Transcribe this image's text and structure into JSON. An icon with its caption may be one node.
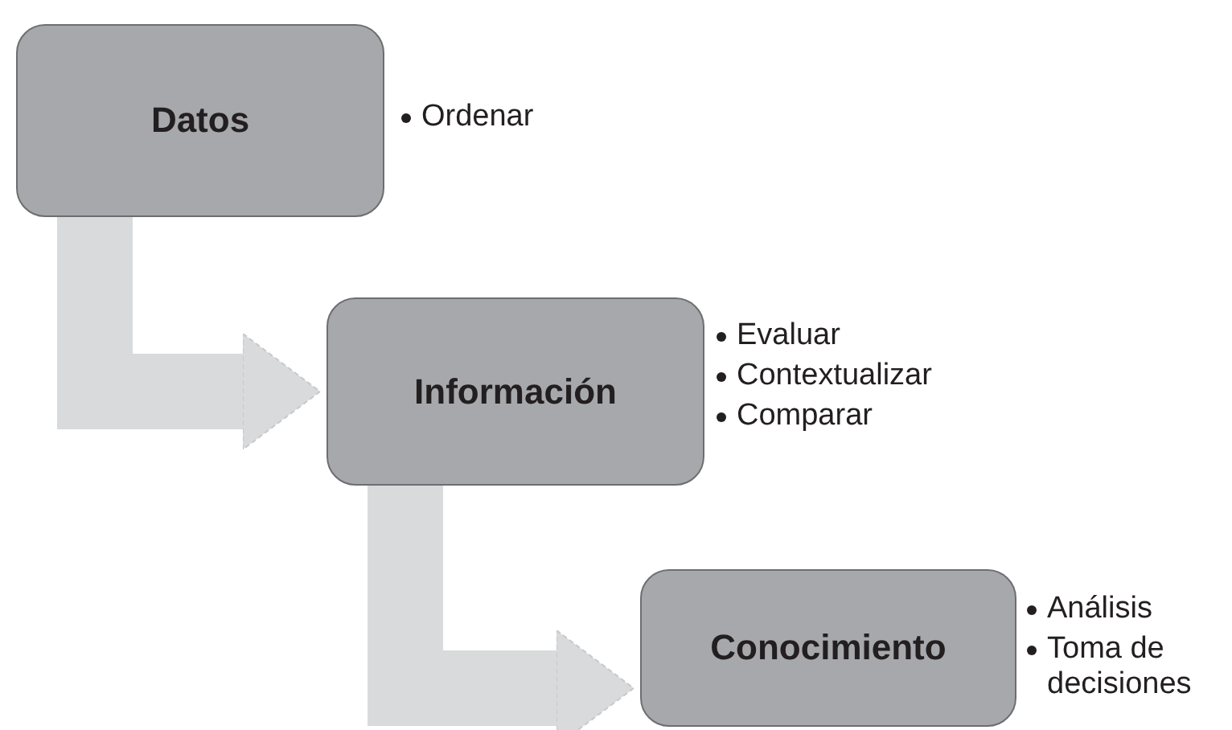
{
  "diagram": {
    "nodes": [
      {
        "text": [
          "Datos"
        ],
        "beside": [
          "Ordenar"
        ]
      },
      {
        "text": [
          "Información"
        ],
        "beside": [
          "Evaluar",
          "Contextualizar",
          "Comparar"
        ]
      },
      {
        "text": [
          "Conocimiento"
        ],
        "beside": [
          "Análisis",
          "Toma de decisiones"
        ]
      }
    ],
    "edges": [
      {
        "from": 0,
        "to": 1,
        "arrow": "to"
      },
      {
        "from": 1,
        "to": 2,
        "arrow": "to"
      }
    ]
  }
}
